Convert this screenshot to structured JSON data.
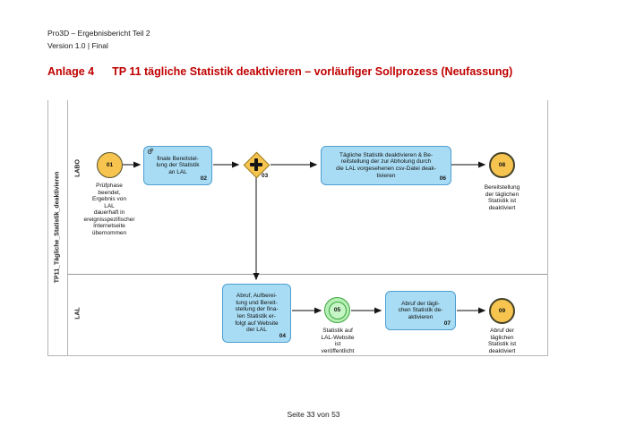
{
  "page": {
    "header_line1": "Pro3D – Ergebnisbericht Teil 2",
    "header_line2": "Version 1.0 | Final",
    "annex_label": "Anlage 4",
    "annex_title": "TP 11 tägliche Statistik deaktivieren – vorläufiger Sollprozess (Neufassung)",
    "footer": "Seite 33 von 53"
  },
  "colors": {
    "heading_red": "#c00000",
    "task_fill": "#a8dcf4",
    "task_border": "#4f9fd0",
    "event_fill": "#f6c44f",
    "event_border": "#45422a",
    "gateway_fill": "#f6c44f",
    "gateway_border": "#9a7d20",
    "intermediate_fill": "#b4efb4",
    "intermediate_border": "#3da43d"
  },
  "diagram": {
    "pool_label": "TP11_Tägliche_Statistik_deaktivieren",
    "lanes": [
      {
        "label": "LABO"
      },
      {
        "label": "LAL"
      }
    ],
    "nodes": {
      "start01": {
        "id": "01",
        "label": "Prüfphase\nbeendet,\nErgebnis von\nLAL\ndauerhaft in\nereignisspezifischer\nInternetseite\nübernommen"
      },
      "task02": {
        "id": "02",
        "text": "finale Bereitstel-\nlung der Statistik\nan LAL",
        "icon": "service-task-gears-icon",
        "icon_glyphs": "⚙⚙"
      },
      "gateway03": {
        "id": "03",
        "icon": "parallel-gateway-plus-icon"
      },
      "task06": {
        "id": "06",
        "text": "Tägliche Statistik deaktivieren & Be-\nreitstellung der zur Abholung durch\ndie LAL vorgesehenen csv-Datei deak-\ntivieren"
      },
      "end08": {
        "id": "08",
        "label": "Bereitstellung\nder täglichen\nStatistik ist\ndeaktiviert"
      },
      "task04": {
        "id": "04",
        "text": "Abruf, Aufberei-\ntung und Bereit-\nstellung der fina-\nlen Statistik er-\nfolgt auf Website\nder LAL"
      },
      "event05": {
        "id": "05",
        "label": "Statistik auf\nLAL-Website\nist\nveröffentlicht"
      },
      "task07": {
        "id": "07",
        "text": "Abruf der tägli-\nchen Statistik de-\naktivieren"
      },
      "end09": {
        "id": "09",
        "label": "Abruf der\ntäglichen\nStatistik ist\ndeaktiviert"
      }
    }
  }
}
